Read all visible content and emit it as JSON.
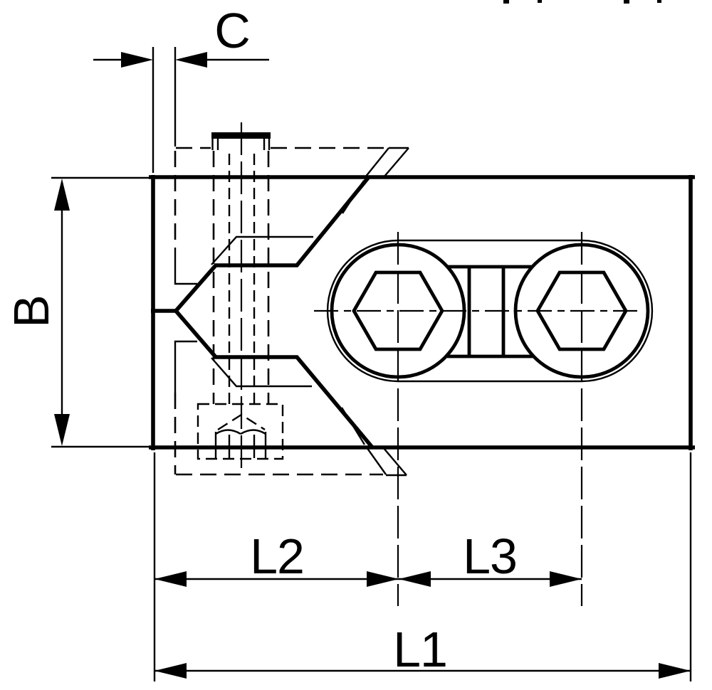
{
  "drawing": {
    "description": "Engineering top view of a wedge clamp block with hidden screw, T-nut and two hex-socket screws in a slot",
    "dimension_labels": {
      "b": "B",
      "c": "C",
      "l1": "L1",
      "l2": "L2",
      "l3": "L3"
    }
  },
  "colors": {
    "line": "#000000",
    "background": "#ffffff"
  }
}
